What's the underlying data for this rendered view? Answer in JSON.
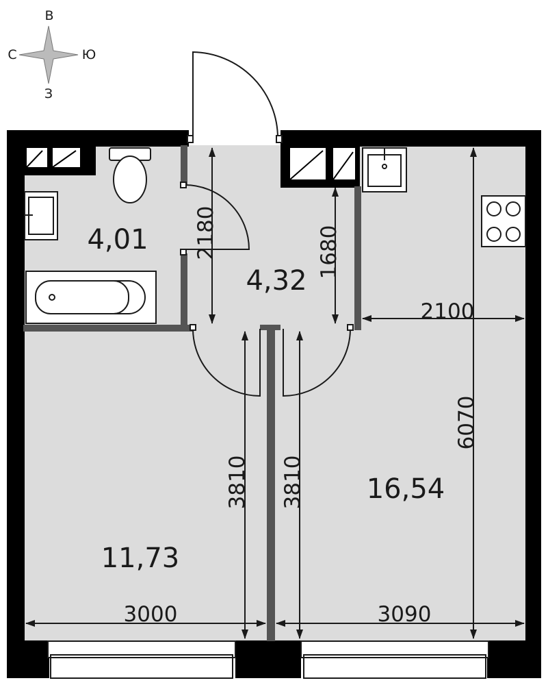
{
  "compass": {
    "north": "В",
    "south": "З",
    "west": "С",
    "east": "Ю"
  },
  "rooms": {
    "bathroom_area": "4,01",
    "hall_area": "4,32",
    "bedroom_area": "11,73",
    "kitchen_living_area": "16,54"
  },
  "dimensions": {
    "hall_depth": "2180",
    "hall_inner_depth": "1680",
    "kitchen_width": "2100",
    "kitchen_depth": "6070",
    "bedroom_depth": "3810",
    "living_depth": "3810",
    "bedroom_width": "3000",
    "living_width": "3090"
  },
  "colors": {
    "wall": "#000000",
    "partition": "#555555",
    "floor": "#dcdcdc",
    "line": "#1a1a1a"
  }
}
